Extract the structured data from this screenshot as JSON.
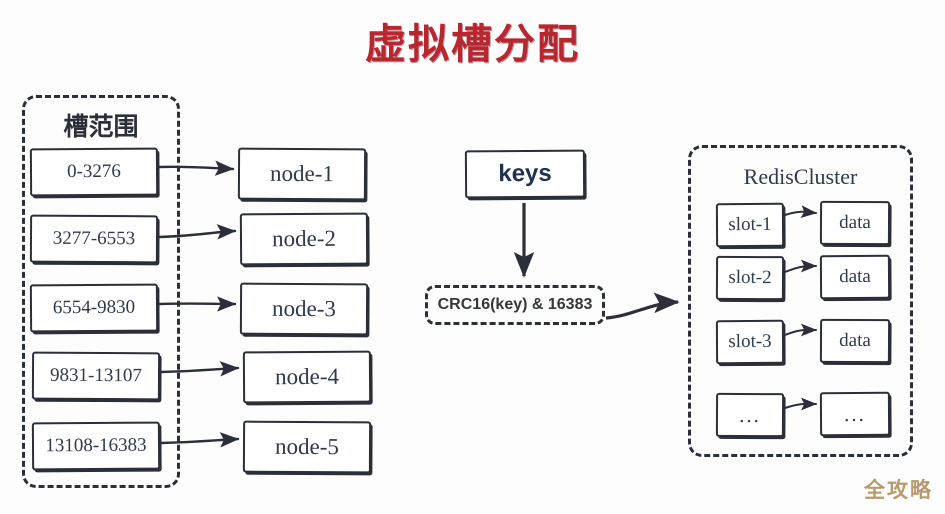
{
  "page": {
    "title": "虚拟槽分配",
    "title_color": "#b8262f",
    "background": "#fdfdfd",
    "ink_color": "#2b2f3a",
    "text_color": "#2e3b4e",
    "watermark": "全攻略",
    "watermark_color": "#b89a6e"
  },
  "slot_range_group": {
    "label": "槽范围",
    "ranges": [
      {
        "label": "0-3276"
      },
      {
        "label": "3277-6553"
      },
      {
        "label": "6554-9830"
      },
      {
        "label": "9831-13107"
      },
      {
        "label": "13108-16383"
      }
    ]
  },
  "nodes": [
    {
      "label": "node-1"
    },
    {
      "label": "node-2"
    },
    {
      "label": "node-3"
    },
    {
      "label": "node-4"
    },
    {
      "label": "node-5"
    }
  ],
  "key_flow": {
    "keys_label": "keys",
    "hash_label": "CRC16(key) & 16383"
  },
  "cluster": {
    "label": "RedisCluster",
    "rows": [
      {
        "slot": "slot-1",
        "data": "data"
      },
      {
        "slot": "slot-2",
        "data": "data"
      },
      {
        "slot": "slot-3",
        "data": "data"
      },
      {
        "slot": "...",
        "data": "..."
      }
    ]
  }
}
